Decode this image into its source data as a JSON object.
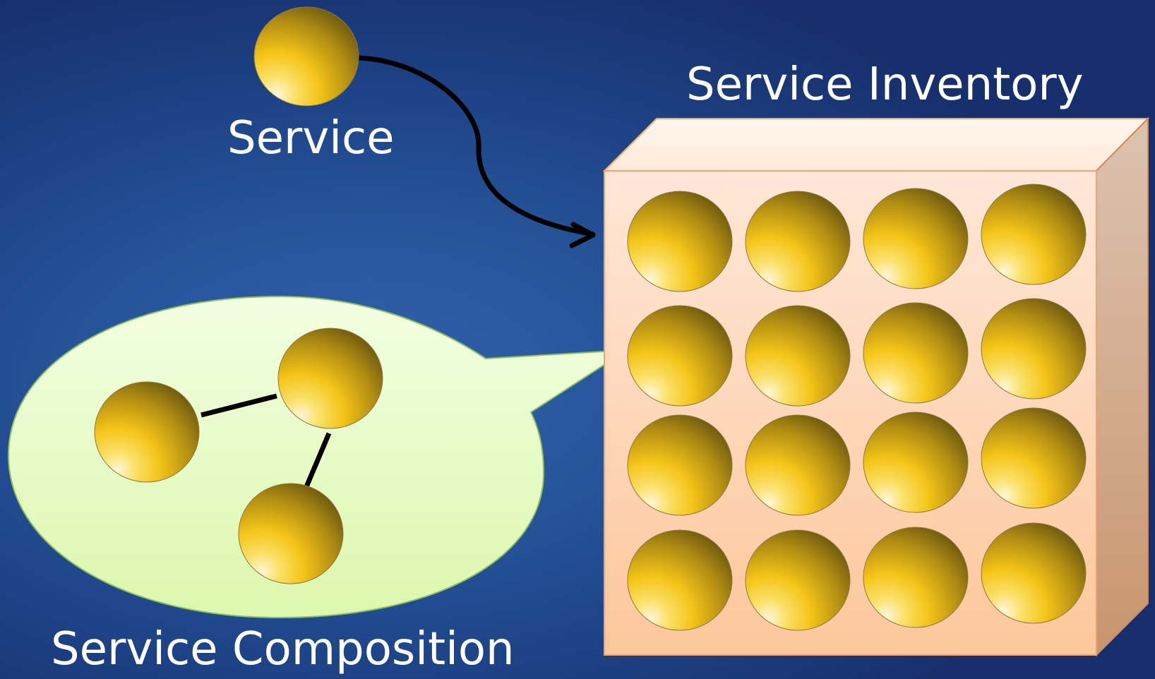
{
  "labels": {
    "service": "Service",
    "inventory": "Service Inventory",
    "composition": "Service Composition"
  },
  "colors": {
    "background_center": "#3262ad",
    "background_edge": "#172f6c",
    "sphere_light": "#fff6d8",
    "sphere_mid": "#f5c518",
    "sphere_dark": "#7a6310",
    "inventory_box_front_top": "#ffe7d8",
    "inventory_box_front_bottom": "#fdc79b",
    "composition_bubble": "#eaffcc",
    "connector": "#000000",
    "text": "#ffffff"
  },
  "diagram": {
    "inventory_grid": {
      "rows": 4,
      "columns": 4
    },
    "composition_service_count": 3
  }
}
